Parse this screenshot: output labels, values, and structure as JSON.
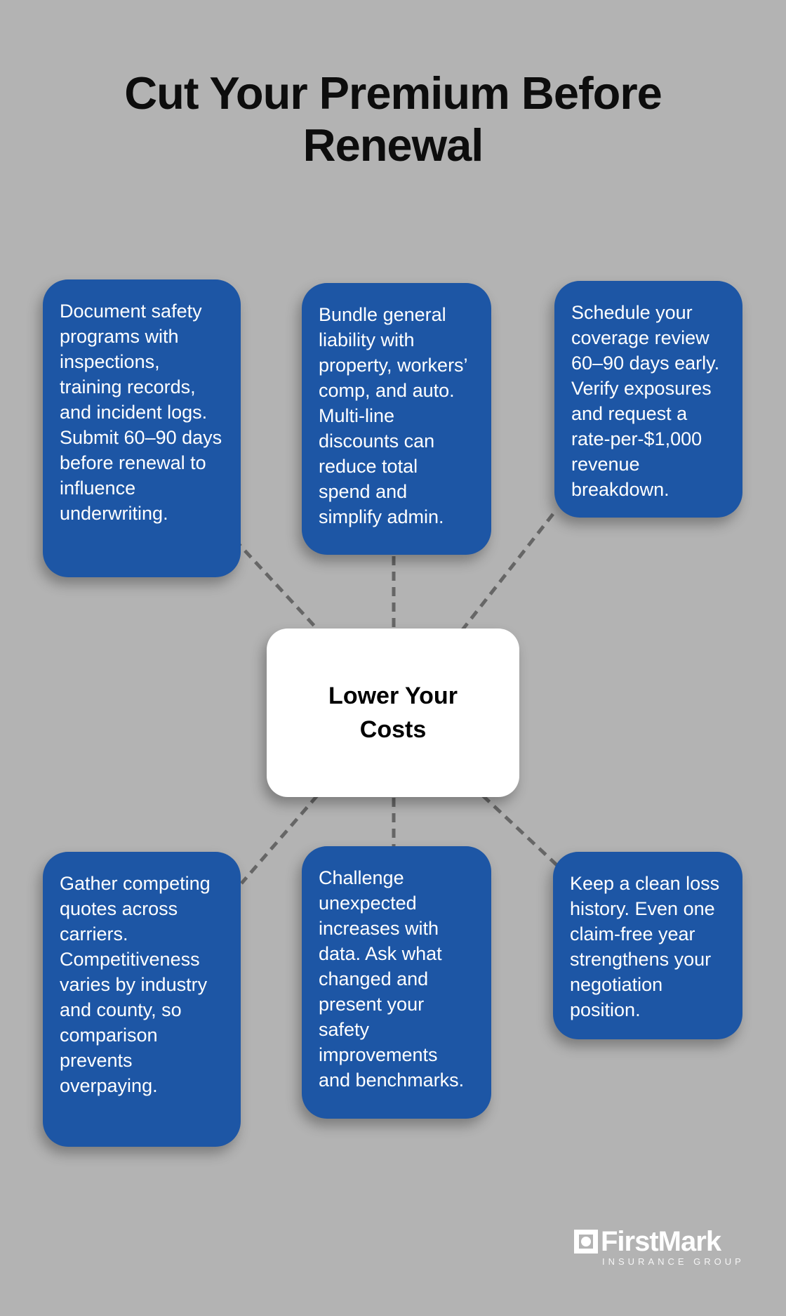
{
  "title": "Cut Your Premium Before Renewal",
  "center_node": {
    "label": "Lower Your Costs"
  },
  "tips": {
    "top_left": "Document safety programs with inspections, training records, and incident logs. Submit 60–90 days before renewal to influence underwriting.",
    "top_center": "Bundle general liability with property, workers’ comp, and auto. Multi-line discounts can reduce total spend and simplify admin.",
    "top_right": "Schedule your coverage review 60–90 days early. Verify exposures and request a rate-per-$1,000 revenue breakdown.",
    "bottom_left": "Gather competing quotes across carriers. Competitiveness varies by industry and county, so comparison prevents overpaying.",
    "bottom_center": "Challenge unexpected increases with data. Ask what changed and present your safety improvements and benchmarks.",
    "bottom_right": "Keep a clean loss history. Even one claim-free year strengthens your negotiation position."
  },
  "logo": {
    "name": "FirstMark",
    "subtitle": "INSURANCE GROUP"
  },
  "colors": {
    "background": "#b3b3b3",
    "tip_box": "#1d56a5",
    "tip_text": "#ffffff",
    "center_box": "#ffffff",
    "center_text": "#000000",
    "title_text": "#0d0d0d",
    "connector": "#666666",
    "logo_text": "#ffffff"
  }
}
